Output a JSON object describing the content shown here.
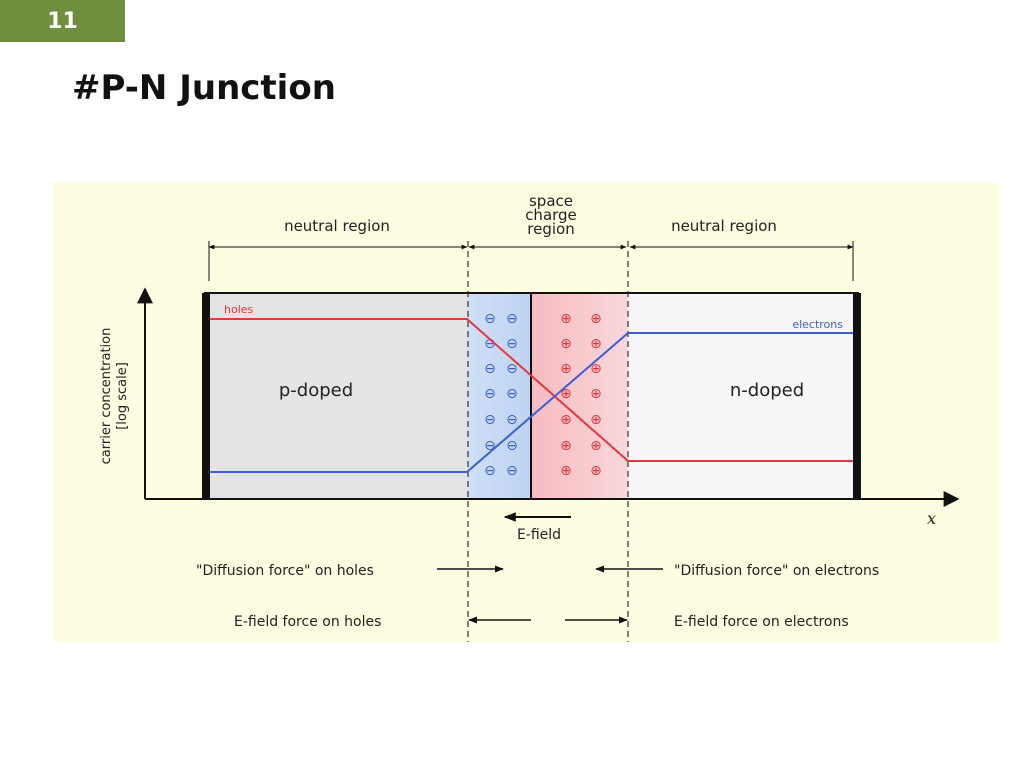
{
  "slide": {
    "number": "11",
    "title": "#P-N Junction"
  },
  "diagram": {
    "regions": {
      "left": "neutral region",
      "middle": "space\ncharge\nregion",
      "right": "neutral region"
    },
    "y_axis_label": "carrier concentration\n[log scale]",
    "x_axis_label": "x",
    "p_label": "p-doped",
    "n_label": "n-doped",
    "holes_label": "holes",
    "electrons_label": "electrons",
    "efield_label": "E-field",
    "diffusion_holes": "\"Diffusion force\" on holes",
    "diffusion_electrons": "\"Diffusion force\" on electrons",
    "efield_holes": "E-field force on holes",
    "efield_electrons": "E-field force on electrons",
    "minus_symbol": "⊖",
    "plus_symbol": "⊕",
    "colors": {
      "holes": "#e8343b",
      "electrons": "#3a5fd8",
      "p_region": "#e4e4e4",
      "n_region": "#f7f7f7",
      "depletion_p": "#cfe0f6",
      "depletion_n": "#f8cfd2",
      "figure_bg": "#fdfde1",
      "slide_badge": "#6f8f3e"
    }
  }
}
